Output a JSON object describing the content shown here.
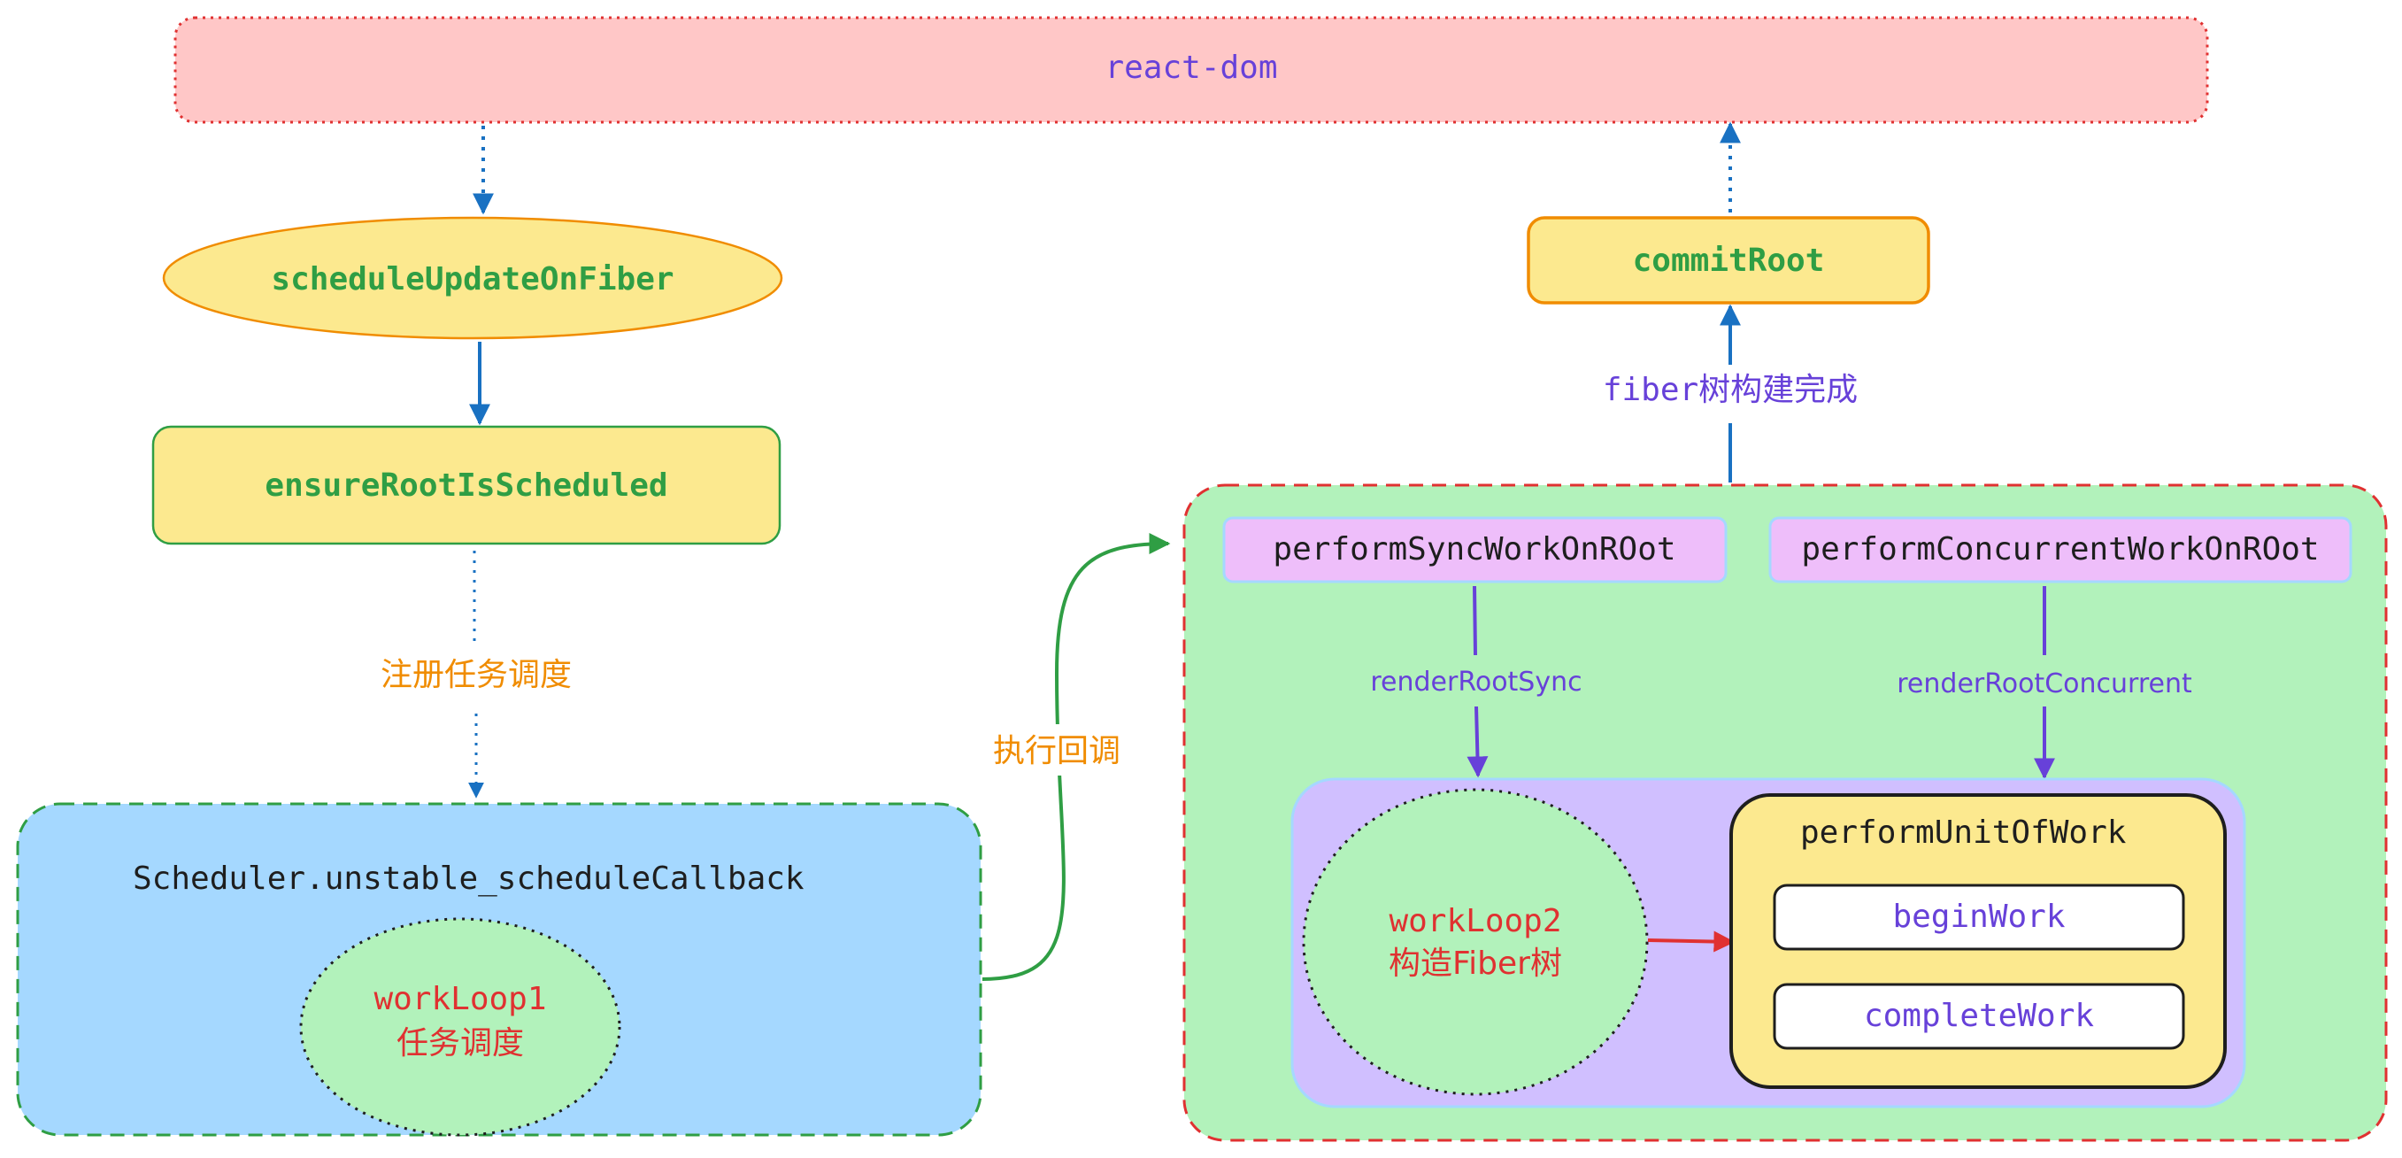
{
  "nodes": {
    "react_dom": "react-dom",
    "schedule_update_on_fiber": "scheduleUpdateOnFiber",
    "ensure_root_is_scheduled": "ensureRootIsScheduled",
    "scheduler_callback": "Scheduler.unstable_scheduleCallback",
    "work_loop_1": {
      "line1": "workLoop1",
      "line2": "任务调度"
    },
    "commit_root": "commitRoot",
    "perform_sync": "performSyncWorkOnROot",
    "perform_concurrent": "performConcurrentWorkOnROot",
    "work_loop_2": {
      "line1": "workLoop2",
      "line2": "构造Fiber树"
    },
    "perform_unit_of_work": "performUnitOfWork",
    "begin_work": "beginWork",
    "complete_work": "completeWork"
  },
  "edge_labels": {
    "register_task": "注册任务调度",
    "execute_callback": "执行回调",
    "fiber_tree_done": "fiber树构建完成",
    "render_root_sync": "renderRootSync",
    "render_root_concurrent": "renderRootConcurrent"
  },
  "colors": {
    "react_dom_fill": "#ffc7c7",
    "react_dom_stroke": "#e03131",
    "yellow_fill": "#fce98f",
    "orange_stroke": "#f08c00",
    "green_text": "#2f9e44",
    "green_fill": "#b2f2bb",
    "blue_fill": "#a5d8ff",
    "purple_fill": "#d0bfff",
    "pink_fill": "#eebefa",
    "purple_text": "#6741d9",
    "red_text": "#e03131",
    "orange_text": "#f08c00",
    "arrow_blue": "#1971c2"
  }
}
